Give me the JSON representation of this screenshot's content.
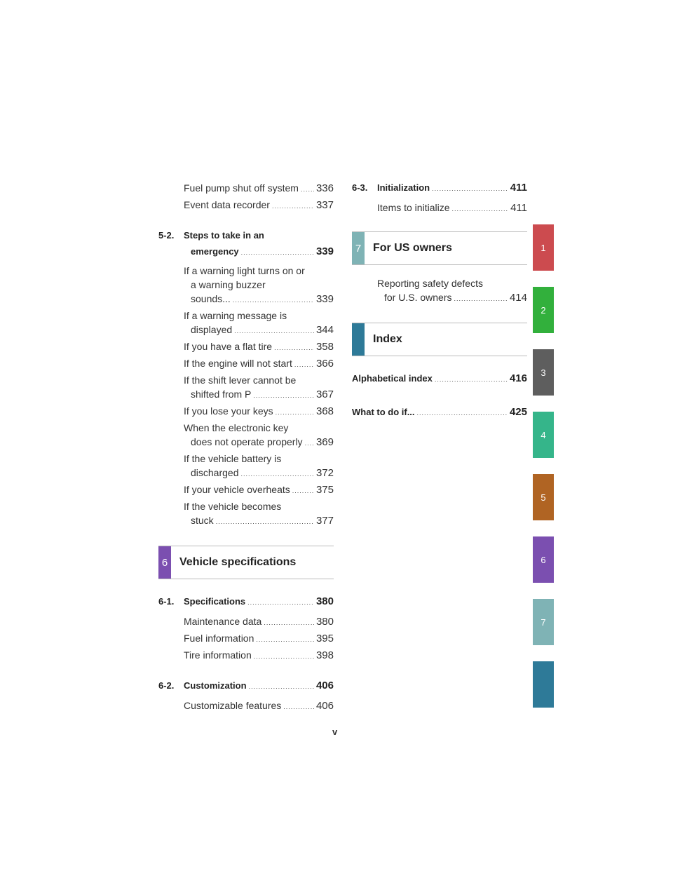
{
  "left": {
    "entries_top": [
      {
        "text": "Fuel pump shut off system",
        "page": "336"
      },
      {
        "text": "Event data recorder",
        "page": "337"
      }
    ],
    "section_52": {
      "num": "5-2.",
      "line1": "Steps to take in an",
      "line2": "emergency",
      "page": "339"
    },
    "entries_52": [
      {
        "l1": "If a warning light turns on or",
        "l2": "a warning buzzer",
        "l3": "sounds...",
        "page": "339"
      },
      {
        "l1": "If a warning message is",
        "l2": "displayed",
        "page": "344"
      },
      {
        "l1": "If you have a flat tire",
        "page": "358"
      },
      {
        "l1": "If the engine will not start",
        "page": "366"
      },
      {
        "l1": "If the shift lever cannot be",
        "l2": "shifted from P",
        "page": "367"
      },
      {
        "l1": "If you lose your keys",
        "page": "368"
      },
      {
        "l1": "When the electronic key",
        "l2": "does not operate properly",
        "page": "369"
      },
      {
        "l1": "If the vehicle battery is",
        "l2": "discharged",
        "page": "372"
      },
      {
        "l1": "If your vehicle overheats",
        "page": "375"
      },
      {
        "l1": "If the vehicle becomes",
        "l2": "stuck",
        "page": "377"
      }
    ],
    "header6": {
      "num": "6",
      "title": "Vehicle specifications",
      "color": "#7b4fb0"
    },
    "section_61": {
      "num": "6-1.",
      "title": "Specifications",
      "page": "380"
    },
    "entries_61": [
      {
        "text": "Maintenance data",
        "page": "380"
      },
      {
        "text": "Fuel information",
        "page": "395"
      },
      {
        "text": "Tire information",
        "page": "398"
      }
    ],
    "section_62": {
      "num": "6-2.",
      "title": "Customization",
      "page": "406"
    },
    "entries_62": [
      {
        "text": "Customizable features",
        "page": "406"
      }
    ]
  },
  "right": {
    "section_63": {
      "num": "6-3.",
      "title": "Initialization",
      "page": "411"
    },
    "entries_63": [
      {
        "text": "Items to initialize",
        "page": "411"
      }
    ],
    "header7": {
      "num": "7",
      "title": "For US owners",
      "color": "#7fb3b5"
    },
    "entries_7": {
      "l1": "Reporting safety defects",
      "l2": "for U.S. owners",
      "page": "414"
    },
    "header_index": {
      "num": "",
      "title": "Index",
      "color": "#2e7a98"
    },
    "index_entries": [
      {
        "text": "Alphabetical index",
        "page": "416"
      },
      {
        "text": "What to do if...",
        "page": "425"
      }
    ]
  },
  "side_tabs": [
    {
      "label": "1",
      "color": "#cc4b4f"
    },
    {
      "label": "2",
      "color": "#32b03c"
    },
    {
      "label": "3",
      "color": "#5e5e5e"
    },
    {
      "label": "4",
      "color": "#35b58a"
    },
    {
      "label": "5",
      "color": "#b06423"
    },
    {
      "label": "6",
      "color": "#7b4fb0"
    },
    {
      "label": "7",
      "color": "#7fb3b5"
    },
    {
      "label": "",
      "color": "#2e7a98"
    }
  ],
  "page_number": "v"
}
